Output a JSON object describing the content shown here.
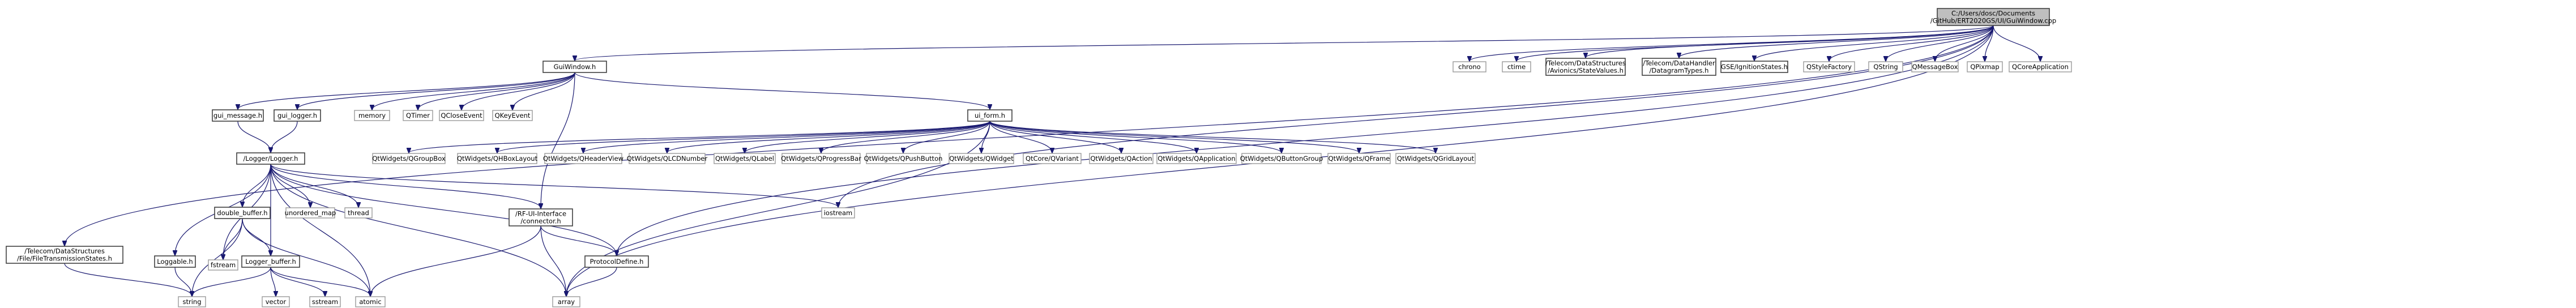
{
  "diagram": {
    "nodes": [
      {
        "id": "root",
        "lines": [
          "C:/Users/dosc/Documents",
          "/GitHub/ERT2020GS/UI/GuiWindow.cpp"
        ],
        "style": "root"
      },
      {
        "id": "guiwindow",
        "lines": [
          "GuiWindow.h"
        ],
        "style": "boxed"
      },
      {
        "id": "chrono",
        "lines": [
          "chrono"
        ],
        "style": "plain"
      },
      {
        "id": "ctime",
        "lines": [
          "ctime"
        ],
        "style": "plain"
      },
      {
        "id": "statevalues",
        "lines": [
          "/Telecom/DataStructures",
          "/Avionics/StateValues.h"
        ],
        "style": "boxed"
      },
      {
        "id": "datagramtypes",
        "lines": [
          "/Telecom/DataHandler",
          "/DatagramTypes.h"
        ],
        "style": "boxed"
      },
      {
        "id": "ignition",
        "lines": [
          "GSE/IgnitionStates.h"
        ],
        "style": "boxed"
      },
      {
        "id": "qstylefactory",
        "lines": [
          "QStyleFactory"
        ],
        "style": "plain"
      },
      {
        "id": "qstring",
        "lines": [
          "QString"
        ],
        "style": "plain"
      },
      {
        "id": "qmessagebox",
        "lines": [
          "QMessageBox"
        ],
        "style": "plain"
      },
      {
        "id": "qpixmap",
        "lines": [
          "QPixmap"
        ],
        "style": "plain"
      },
      {
        "id": "qcoreapp",
        "lines": [
          "QCoreApplication"
        ],
        "style": "plain"
      },
      {
        "id": "filetransmission",
        "lines": [
          "/Telecom/DataStructures",
          "/File/FileTransmissionStates.h"
        ],
        "style": "boxed"
      },
      {
        "id": "guimessage",
        "lines": [
          "gui_message.h"
        ],
        "style": "boxed"
      },
      {
        "id": "guilogger",
        "lines": [
          "gui_logger.h"
        ],
        "style": "boxed"
      },
      {
        "id": "memory",
        "lines": [
          "memory"
        ],
        "style": "plain"
      },
      {
        "id": "qtimer",
        "lines": [
          "QTimer"
        ],
        "style": "plain"
      },
      {
        "id": "qcloseevent",
        "lines": [
          "QCloseEvent"
        ],
        "style": "plain"
      },
      {
        "id": "qkeyevent",
        "lines": [
          "QKeyEvent"
        ],
        "style": "plain"
      },
      {
        "id": "uiform",
        "lines": [
          "ui_form.h"
        ],
        "style": "boxed"
      },
      {
        "id": "logger",
        "lines": [
          "/Logger/Logger.h"
        ],
        "style": "boxed"
      },
      {
        "id": "qgroupbox",
        "lines": [
          "QtWidgets/QGroupBox"
        ],
        "style": "plain"
      },
      {
        "id": "qhboxlayout",
        "lines": [
          "QtWidgets/QHBoxLayout"
        ],
        "style": "plain"
      },
      {
        "id": "qheaderview",
        "lines": [
          "QtWidgets/QHeaderView"
        ],
        "style": "plain"
      },
      {
        "id": "qlcdnumber",
        "lines": [
          "QtWidgets/QLCDNumber"
        ],
        "style": "plain"
      },
      {
        "id": "qlabel",
        "lines": [
          "QtWidgets/QLabel"
        ],
        "style": "plain"
      },
      {
        "id": "qprogressbar",
        "lines": [
          "QtWidgets/QProgressBar"
        ],
        "style": "plain"
      },
      {
        "id": "qpushbutton",
        "lines": [
          "QtWidgets/QPushButton"
        ],
        "style": "plain"
      },
      {
        "id": "qwidget",
        "lines": [
          "QtWidgets/QWidget"
        ],
        "style": "plain"
      },
      {
        "id": "qvariant",
        "lines": [
          "QtCore/QVariant"
        ],
        "style": "plain"
      },
      {
        "id": "qaction",
        "lines": [
          "QtWidgets/QAction"
        ],
        "style": "plain"
      },
      {
        "id": "qapplication",
        "lines": [
          "QtWidgets/QApplication"
        ],
        "style": "plain"
      },
      {
        "id": "qbuttongroup",
        "lines": [
          "QtWidgets/QButtonGroup"
        ],
        "style": "plain"
      },
      {
        "id": "qframe",
        "lines": [
          "QtWidgets/QFrame"
        ],
        "style": "plain"
      },
      {
        "id": "qgridlayout",
        "lines": [
          "QtWidgets/QGridLayout"
        ],
        "style": "plain"
      },
      {
        "id": "doublebuffer",
        "lines": [
          "double_buffer.h"
        ],
        "style": "boxed"
      },
      {
        "id": "unorderedmap",
        "lines": [
          "unordered_map"
        ],
        "style": "plain"
      },
      {
        "id": "thread",
        "lines": [
          "thread"
        ],
        "style": "plain"
      },
      {
        "id": "rfconnector",
        "lines": [
          "/RF-UI-Interface",
          "/connector.h"
        ],
        "style": "boxed"
      },
      {
        "id": "iostream",
        "lines": [
          "iostream"
        ],
        "style": "plain"
      },
      {
        "id": "loggable",
        "lines": [
          "Loggable.h"
        ],
        "style": "boxed"
      },
      {
        "id": "fstream",
        "lines": [
          "fstream"
        ],
        "style": "plain"
      },
      {
        "id": "loggerbuffer",
        "lines": [
          "Logger_buffer.h"
        ],
        "style": "boxed"
      },
      {
        "id": "protocoldefine",
        "lines": [
          "ProtocolDefine.h"
        ],
        "style": "boxed"
      },
      {
        "id": "string",
        "lines": [
          "string"
        ],
        "style": "plain"
      },
      {
        "id": "vector",
        "lines": [
          "vector"
        ],
        "style": "plain"
      },
      {
        "id": "sstream",
        "lines": [
          "sstream"
        ],
        "style": "plain"
      },
      {
        "id": "atomic",
        "lines": [
          "atomic"
        ],
        "style": "plain"
      },
      {
        "id": "array",
        "lines": [
          "array"
        ],
        "style": "plain"
      }
    ],
    "edges": [
      [
        "root",
        "guiwindow"
      ],
      [
        "root",
        "chrono"
      ],
      [
        "root",
        "ctime"
      ],
      [
        "root",
        "statevalues"
      ],
      [
        "root",
        "datagramtypes"
      ],
      [
        "root",
        "ignition"
      ],
      [
        "root",
        "qstylefactory"
      ],
      [
        "root",
        "qstring"
      ],
      [
        "root",
        "qmessagebox"
      ],
      [
        "root",
        "qpixmap"
      ],
      [
        "root",
        "qcoreapp"
      ],
      [
        "root",
        "filetransmission"
      ],
      [
        "root",
        "iostream"
      ],
      [
        "root",
        "array"
      ],
      [
        "root",
        "protocoldefine"
      ],
      [
        "guiwindow",
        "guimessage"
      ],
      [
        "guiwindow",
        "guilogger"
      ],
      [
        "guiwindow",
        "memory"
      ],
      [
        "guiwindow",
        "qtimer"
      ],
      [
        "guiwindow",
        "qcloseevent"
      ],
      [
        "guiwindow",
        "qkeyevent"
      ],
      [
        "guiwindow",
        "uiform"
      ],
      [
        "guiwindow",
        "rfconnector"
      ],
      [
        "guimessage",
        "logger"
      ],
      [
        "guilogger",
        "logger"
      ],
      [
        "uiform",
        "qgroupbox"
      ],
      [
        "uiform",
        "qhboxlayout"
      ],
      [
        "uiform",
        "qheaderview"
      ],
      [
        "uiform",
        "qlcdnumber"
      ],
      [
        "uiform",
        "qlabel"
      ],
      [
        "uiform",
        "qprogressbar"
      ],
      [
        "uiform",
        "qpushbutton"
      ],
      [
        "uiform",
        "qwidget"
      ],
      [
        "uiform",
        "qvariant"
      ],
      [
        "uiform",
        "qaction"
      ],
      [
        "uiform",
        "qapplication"
      ],
      [
        "uiform",
        "qbuttongroup"
      ],
      [
        "uiform",
        "qframe"
      ],
      [
        "uiform",
        "qgridlayout"
      ],
      [
        "uiform",
        "array"
      ],
      [
        "logger",
        "doublebuffer"
      ],
      [
        "logger",
        "unorderedmap"
      ],
      [
        "logger",
        "thread"
      ],
      [
        "logger",
        "rfconnector"
      ],
      [
        "logger",
        "iostream"
      ],
      [
        "logger",
        "loggable"
      ],
      [
        "logger",
        "fstream"
      ],
      [
        "logger",
        "loggerbuffer"
      ],
      [
        "logger",
        "array"
      ],
      [
        "logger",
        "atomic"
      ],
      [
        "logger",
        "protocoldefine"
      ],
      [
        "doublebuffer",
        "fstream"
      ],
      [
        "doublebuffer",
        "loggerbuffer"
      ],
      [
        "doublebuffer",
        "string"
      ],
      [
        "doublebuffer",
        "atomic"
      ],
      [
        "rfconnector",
        "protocoldefine"
      ],
      [
        "rfconnector",
        "array"
      ],
      [
        "rfconnector",
        "atomic"
      ],
      [
        "loggable",
        "string"
      ],
      [
        "loggerbuffer",
        "string"
      ],
      [
        "loggerbuffer",
        "vector"
      ],
      [
        "loggerbuffer",
        "sstream"
      ],
      [
        "loggerbuffer",
        "atomic"
      ],
      [
        "protocoldefine",
        "array"
      ],
      [
        "filetransmission",
        "string"
      ]
    ]
  }
}
